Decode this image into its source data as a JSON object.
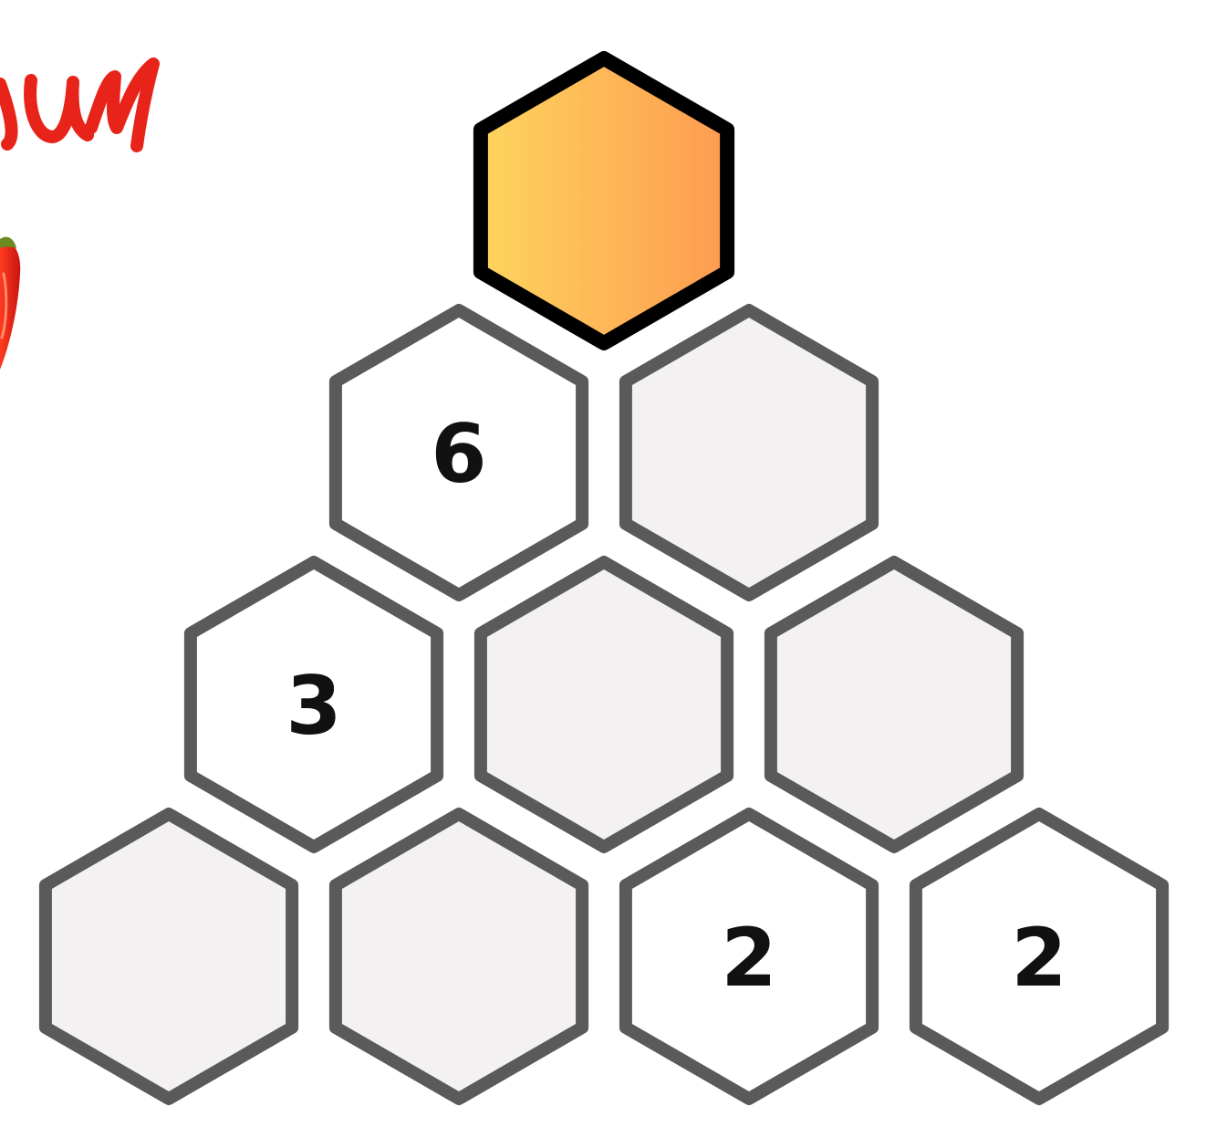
{
  "puzzle": {
    "rows": [
      [
        {
          "value": "",
          "state": "target"
        }
      ],
      [
        {
          "value": "6",
          "state": "given"
        },
        {
          "value": "",
          "state": "empty"
        }
      ],
      [
        {
          "value": "3",
          "state": "given"
        },
        {
          "value": "",
          "state": "empty"
        },
        {
          "value": "",
          "state": "empty"
        }
      ],
      [
        {
          "value": "",
          "state": "empty"
        },
        {
          "value": "",
          "state": "empty"
        },
        {
          "value": "2",
          "state": "given"
        },
        {
          "value": "2",
          "state": "given"
        }
      ]
    ]
  },
  "colors": {
    "outline": "#5a5a5a",
    "target_outline": "#000000",
    "given_fill": "#ffffff",
    "empty_fill": "#f3f1f2",
    "target_gradient_start": "#fed45e",
    "target_gradient_end": "#fe9b50",
    "brand_red": "#e8241a",
    "pepper_green": "#6b8a1f"
  },
  "icons": {
    "brand_mark": "chili-pepper-icon"
  }
}
